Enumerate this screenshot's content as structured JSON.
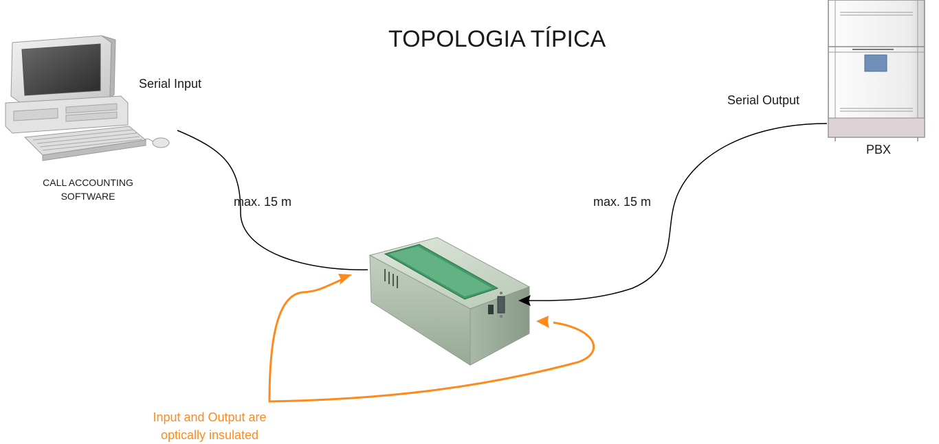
{
  "title": "TOPOLOGIA TÍPICA",
  "labels": {
    "serial_input": "Serial Input",
    "serial_output": "Serial Output",
    "pbx": "PBX",
    "call_accounting_line1": "CALL ACCOUNTING",
    "call_accounting_line2": "SOFTWARE",
    "max_left": "max. 15 m",
    "max_right": "max. 15 m",
    "insulated_line1": "Input and Output are",
    "insulated_line2": "optically insulated"
  },
  "colors": {
    "cable": "#000000",
    "insulation_arrow": "#ff8a1c",
    "device_body": "#c9d6c9",
    "device_stripe": "#2f8a5a",
    "pbx_body": "#eeeeee",
    "pbx_button": "#6f8fb8"
  },
  "icons": {
    "computer": "computer-icon",
    "pbx": "pbx-cabinet-icon",
    "device": "serial-buffer-device-icon"
  }
}
